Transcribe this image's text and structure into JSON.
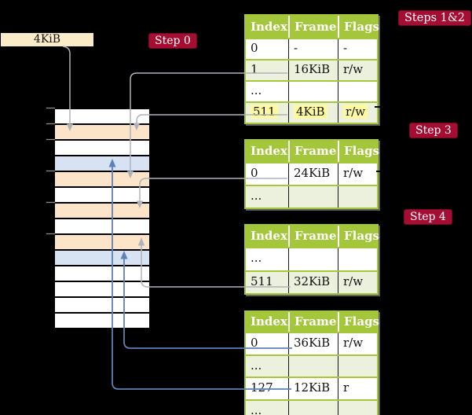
{
  "colors": {
    "background": "#000000",
    "badge_red": "#A50E32",
    "badge_border": "#6f0a22",
    "table_header_green": "#A4C63A",
    "row_green": "#EBF1DC",
    "row_white": "#FFFFFF",
    "highlight_yellow": "#FDF9A0",
    "cell_orange": "#FCE4C9",
    "cell_blue": "#D7E3F3",
    "box_cream": "#FAECC8",
    "arrow_gray": "#AFB3B9",
    "arrow_blue": "#5E81B5",
    "tick_gray": "#8C8C8C"
  },
  "labels": {
    "frame_box": "4KiB",
    "step0": "Step 0",
    "steps12": "Steps 1&2",
    "step3": "Step 3",
    "step4": "Step 4"
  },
  "memory": {
    "cells": [
      "free",
      "table",
      "free",
      "page",
      "table",
      "free",
      "table",
      "free",
      "table",
      "page",
      "free",
      "free",
      "free",
      "free"
    ]
  },
  "tables": [
    {
      "headers": [
        "Index",
        "Frame",
        "Flags"
      ],
      "rows": [
        {
          "cells": [
            "0",
            "-",
            "-"
          ],
          "shade": "white",
          "highlighted": false
        },
        {
          "cells": [
            "1",
            "16KiB",
            "r/w"
          ],
          "shade": "green",
          "highlighted": false
        },
        {
          "cells": [
            "...",
            "",
            ""
          ],
          "shade": "white",
          "highlighted": false
        },
        {
          "cells": [
            "511",
            "4KiB",
            "r/w"
          ],
          "shade": "green",
          "highlighted": true
        }
      ]
    },
    {
      "headers": [
        "Index",
        "Frame",
        "Flags"
      ],
      "rows": [
        {
          "cells": [
            "0",
            "24KiB",
            "r/w"
          ],
          "shade": "white",
          "highlighted": false
        },
        {
          "cells": [
            "...",
            "",
            ""
          ],
          "shade": "green",
          "highlighted": false
        }
      ]
    },
    {
      "headers": [
        "Index",
        "Frame",
        "Flags"
      ],
      "rows": [
        {
          "cells": [
            "...",
            "",
            ""
          ],
          "shade": "white",
          "highlighted": false
        },
        {
          "cells": [
            "511",
            "32KiB",
            "r/w"
          ],
          "shade": "green",
          "highlighted": false
        }
      ]
    },
    {
      "headers": [
        "Index",
        "Frame",
        "Flags"
      ],
      "rows": [
        {
          "cells": [
            "0",
            "36KiB",
            "r/w"
          ],
          "shade": "white",
          "highlighted": false
        },
        {
          "cells": [
            "...",
            "",
            ""
          ],
          "shade": "green",
          "highlighted": false
        },
        {
          "cells": [
            "127",
            "12KiB",
            "r"
          ],
          "shade": "white",
          "highlighted": false
        },
        {
          "cells": [
            "...",
            "",
            ""
          ],
          "shade": "green",
          "highlighted": false
        }
      ]
    }
  ],
  "connections": [
    {
      "from": "4KiB box",
      "to": "memory frame 4KiB",
      "color": "gray"
    },
    {
      "from": "table1 row 1 (16KiB)",
      "to": "memory frame 16KiB",
      "color": "gray"
    },
    {
      "from": "table1 row 511 (4KiB)",
      "to": "memory frame 4KiB",
      "color": "gray"
    },
    {
      "from": "table2 row 0 (24KiB)",
      "to": "memory frame 24KiB",
      "color": "gray"
    },
    {
      "from": "table3 row 511 (32KiB)",
      "to": "memory frame 32KiB",
      "color": "gray"
    },
    {
      "from": "table4 row 0 (36KiB)",
      "to": "memory frame 36KiB",
      "color": "blue"
    },
    {
      "from": "table4 row 127 (12KiB)",
      "to": "memory frame 12KiB",
      "color": "blue"
    }
  ]
}
